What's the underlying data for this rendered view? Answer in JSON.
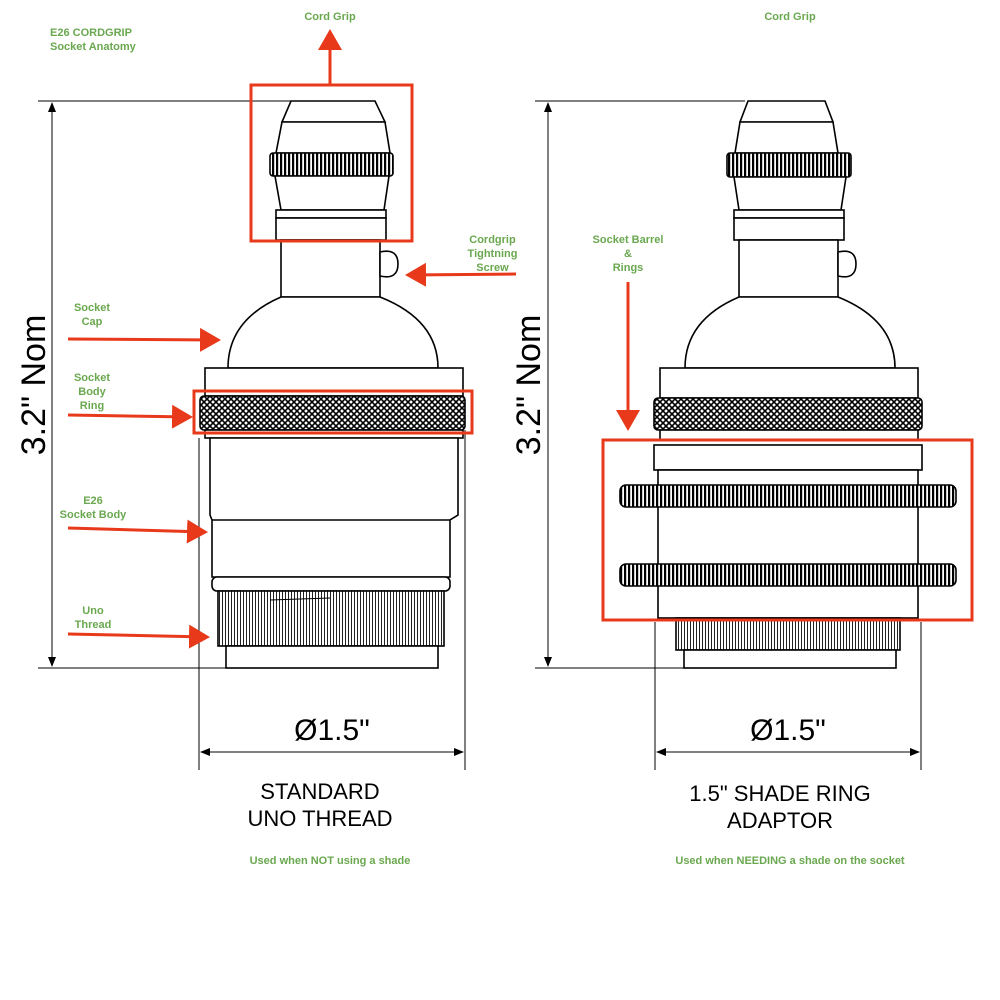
{
  "title_line1": "E26  CORDGRIP",
  "title_line2": "Socket Anatomy",
  "left": {
    "top_label": "Cord Grip",
    "screw_label": [
      "Cordgrip",
      "Tightning",
      "Screw"
    ],
    "cap_label": [
      "Socket",
      "Cap"
    ],
    "ring_label": [
      "Socket",
      "Body",
      "Ring"
    ],
    "body_label": [
      "E26",
      "Socket Body"
    ],
    "thread_label": [
      "Uno",
      "Thread"
    ],
    "height_dim": "3.2\" Nom",
    "width_dim": "Ø1.5\"",
    "caption": [
      "STANDARD",
      "UNO THREAD"
    ],
    "note": "Used when NOT using a shade"
  },
  "right": {
    "top_label": "Cord Grip",
    "barrel_label": [
      "Socket Barrel",
      "&",
      "Rings"
    ],
    "height_dim": "3.2\" Nom",
    "width_dim": "Ø1.5\"",
    "caption": [
      "1.5\" SHADE RING",
      "ADAPTOR"
    ],
    "note": "Used when NEEDING a shade on the socket"
  },
  "colors": {
    "label_green": "#6aa84f",
    "callout_red": "#e8391b",
    "line": "#000000"
  }
}
